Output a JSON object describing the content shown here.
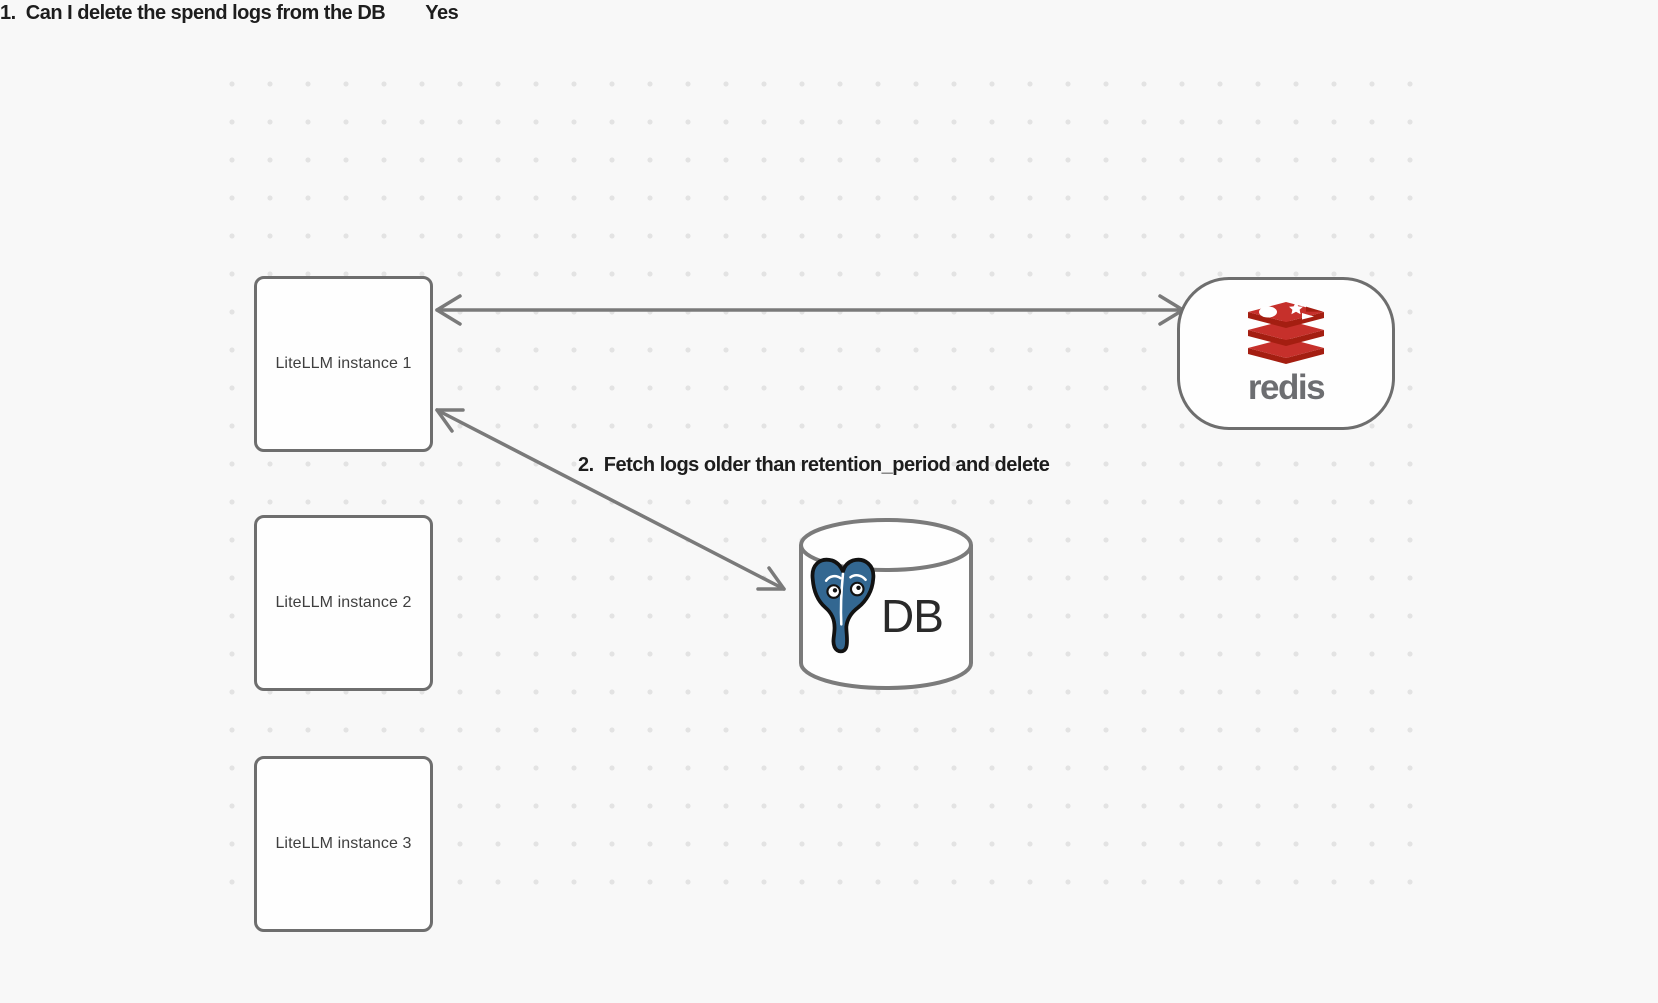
{
  "canvas": {
    "background": "#f8f8f8",
    "dot_color": "#e3e3e3"
  },
  "nodes": {
    "instances": [
      {
        "label": "LiteLLM instance 1"
      },
      {
        "label": "LiteLLM instance 2"
      },
      {
        "label": "LiteLLM instance 3"
      }
    ],
    "redis": {
      "wordmark": "redis"
    },
    "db": {
      "label": "DB"
    }
  },
  "arrows": [
    {
      "label": "1.  Can I delete the spend logs from the DB",
      "response": "Yes",
      "from": "LiteLLM instance 1",
      "to": "redis",
      "direction": "bidirectional"
    },
    {
      "label": "2.  Fetch logs older than retention_period and delete",
      "from": "LiteLLM instance 1",
      "to": "DB",
      "direction": "bidirectional"
    }
  ],
  "colors": {
    "redis_red": "#C6302B",
    "redis_dark_red": "#A41E11",
    "postgres_blue": "#336791",
    "node_stroke": "#6e6e6e",
    "arrow": "#7a7a7a",
    "label_text": "#1d1d1d"
  }
}
